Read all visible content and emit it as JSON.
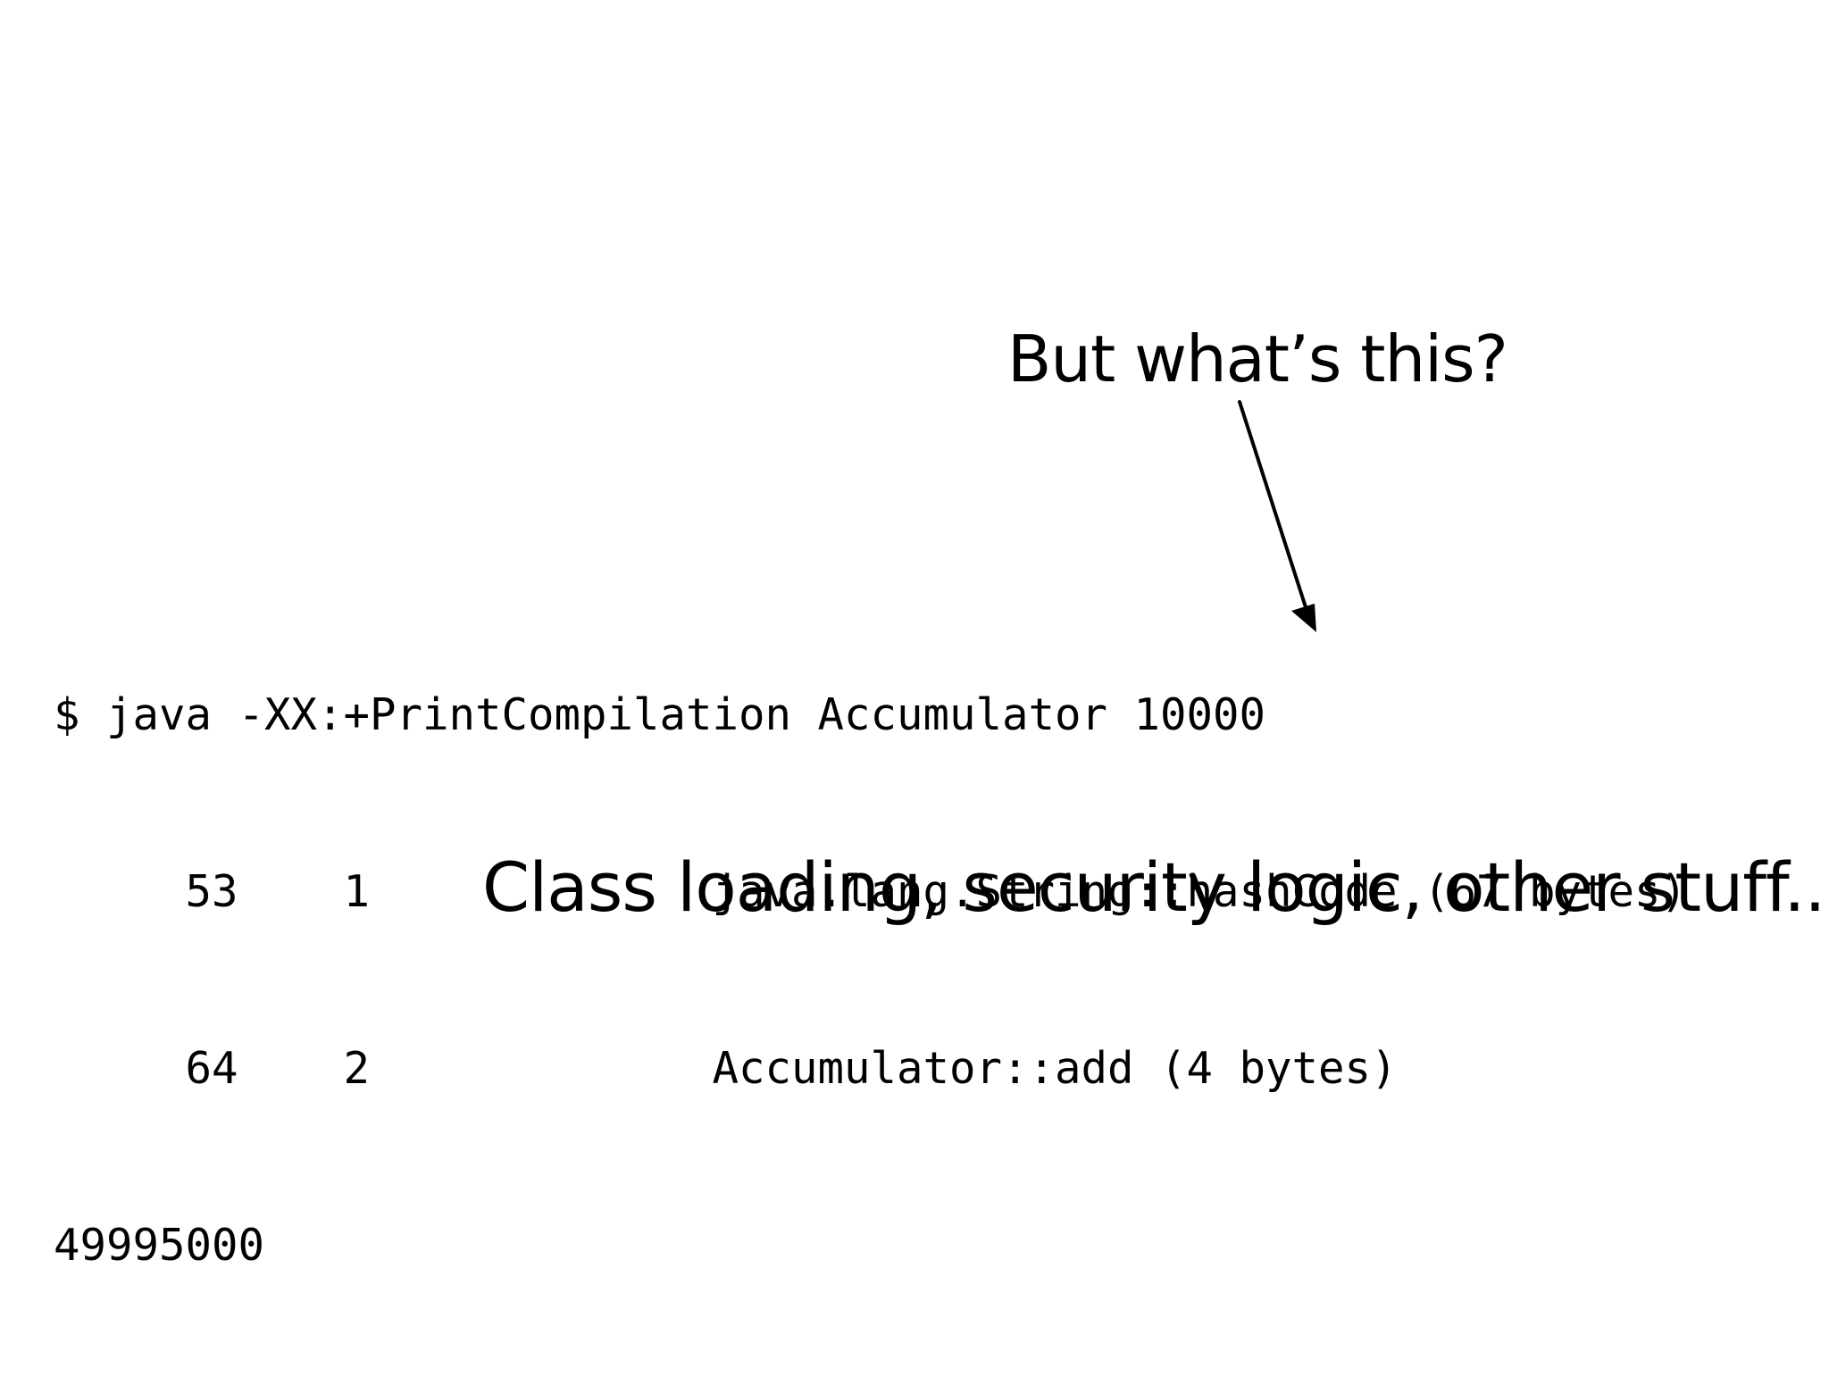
{
  "annotation_top": "But what’s this?",
  "code_lines": [
    "$ java -XX:+PrintCompilation Accumulator 10000",
    "     53    1             java.lang.String::hashCode (67 bytes)",
    "     64    2             Accumulator::add (4 bytes)",
    "49995000"
  ],
  "annotation_bottom": "Class loading, security logic, other stuff...",
  "icons": {
    "arrow": "arrow-down-icon"
  },
  "colors": {
    "background": "#ffffff",
    "text": "#000000"
  }
}
